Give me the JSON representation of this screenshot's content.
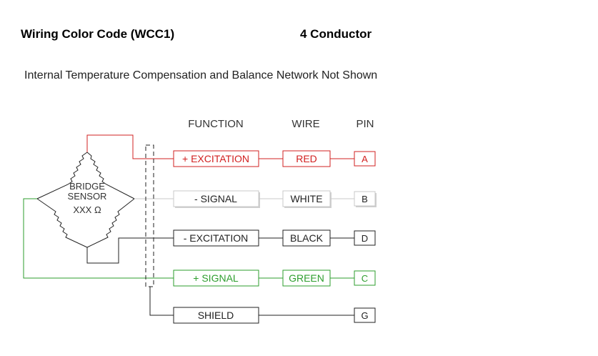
{
  "header": {
    "title": "Wiring Color Code (WCC1)",
    "conductor": "4 Conductor",
    "subtitle": "Internal Temperature Compensation and Balance Network Not Shown"
  },
  "columns": {
    "function": "FUNCTION",
    "wire": "WIRE",
    "pin": "PIN"
  },
  "bridge": {
    "line1": "BRIDGE",
    "line2": "SENSOR",
    "line3": "XXX Ω"
  },
  "colors": {
    "red": "#d22020",
    "green": "#2e9e2e",
    "gray": "#c8c8c8",
    "black": "#222222"
  },
  "rows": [
    {
      "function": "+ EXCITATION",
      "wire": "RED",
      "pin": "A",
      "color": "red"
    },
    {
      "function": "- SIGNAL",
      "wire": "WHITE",
      "pin": "B",
      "color": "white"
    },
    {
      "function": "- EXCITATION",
      "wire": "BLACK",
      "pin": "D",
      "color": "black"
    },
    {
      "function": "+ SIGNAL",
      "wire": "GREEN",
      "pin": "C",
      "color": "green"
    },
    {
      "function": "SHIELD",
      "wire": "",
      "pin": "G",
      "color": "black"
    }
  ]
}
